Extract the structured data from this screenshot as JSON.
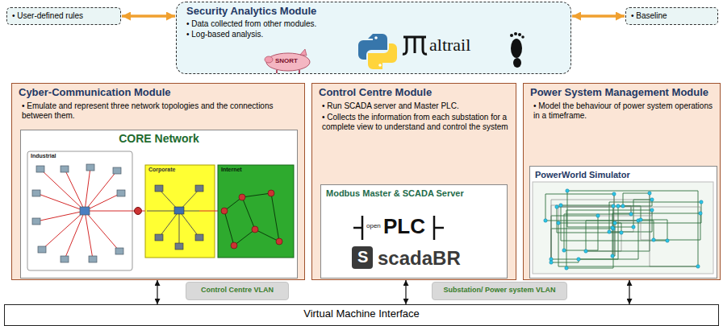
{
  "diagram": {
    "nodes": [
      {
        "text": [
          "• User-defined rules"
        ]
      },
      {
        "text": [
          "Security Analytics Module",
          "• Data collected from other modules.",
          "• Log-based analysis."
        ]
      },
      {
        "text": [
          "• Baseline"
        ]
      },
      {
        "text": [
          "Cyber-Communication Module",
          "• Emulate and represent three network topologies and the connections between them."
        ]
      },
      {
        "text": [
          "CORE Network"
        ],
        "in": 3
      },
      {
        "text": [
          "Control Centre Module",
          "• Run SCADA server and Master PLC.",
          "• Collects the information from each substation for a complete view to understand and control the system"
        ]
      },
      {
        "text": [
          "Modbus Master & SCADA Server"
        ],
        "in": 5
      },
      {
        "text": [
          "Power System Management Module",
          "• Model the behaviour of power system operations in a timeframe."
        ]
      },
      {
        "text": [
          "PowerWorld Simulator"
        ],
        "in": 7
      },
      {
        "text": [
          "Control Centre VLAN"
        ]
      },
      {
        "text": [
          "Substation/ Power system VLAN"
        ]
      },
      {
        "text": [
          "Virtual Machine Interface"
        ]
      }
    ],
    "edges": [
      {
        "from": 0,
        "to": 1,
        "arrow": "both"
      },
      {
        "from": 1,
        "to": 2,
        "arrow": "both"
      },
      {
        "from": 3,
        "to": 11,
        "arrow": "both"
      },
      {
        "from": 5,
        "to": 11,
        "arrow": "both"
      },
      {
        "from": 7,
        "to": 11,
        "arrow": "both"
      }
    ],
    "labels": [
      "SNORT",
      "altrail",
      "Industrial",
      "Corporate",
      "Internet",
      "open",
      "PLC",
      "S",
      "scadaBR"
    ]
  }
}
